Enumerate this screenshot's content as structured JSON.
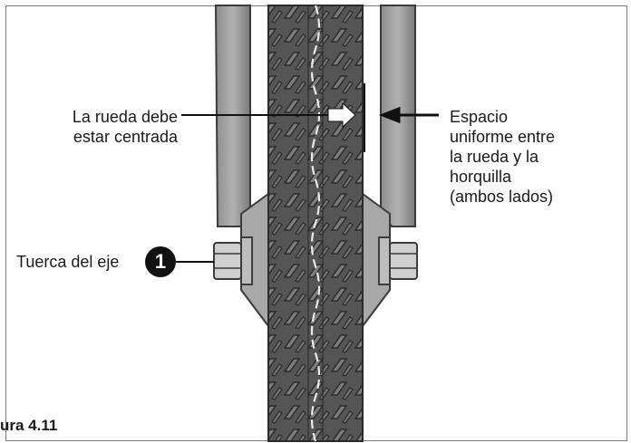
{
  "labels": {
    "wheel_centered": "La rueda debe estar centrada",
    "wheel_centered_line1": "La rueda debe",
    "wheel_centered_line2": "estar centrada",
    "gap_lines": [
      "Espacio",
      "uniforme entre",
      "la rueda y la",
      "horquilla",
      "(ambos lados)"
    ],
    "axle_nut": "Tuerca del eje",
    "callout_number": "1"
  },
  "caption": "ura 4.11",
  "colors": {
    "tire_dark": "#4a4a4a",
    "tire_light": "#8a8a8a",
    "fork": "#9a9a9a",
    "fork_dark": "#5e5e5e",
    "arrow": "#111111",
    "arrow_white": "#ffffff",
    "badge": "#111111"
  }
}
